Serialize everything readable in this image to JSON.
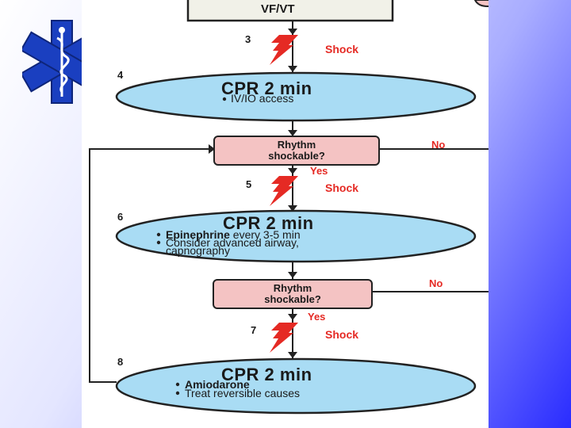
{
  "top_box": {
    "label": "VF/VT"
  },
  "steps": {
    "s3": "3",
    "s4": "4",
    "s5": "5",
    "s6": "6",
    "s7": "7",
    "s8": "8"
  },
  "shock_label": "Shock",
  "cpr1": {
    "title": "CPR 2 min",
    "items": [
      "IV/IO access"
    ]
  },
  "rhythm1": {
    "line1": "Rhythm",
    "line2": "shockable?",
    "yes": "Yes",
    "no": "No"
  },
  "cpr2": {
    "title": "CPR 2 min",
    "item1_bold": "Epinephrine",
    "item1_rest": " every 3-5 min",
    "item2": "Consider advanced airway,",
    "item2_cont": "capnography"
  },
  "rhythm2": {
    "line1": "Rhythm",
    "line2": "shockable?",
    "yes": "Yes",
    "no": "No"
  },
  "cpr3": {
    "title": "CPR 2 min",
    "item1_bold": "Amiodarone",
    "item2": "Treat reversible causes"
  },
  "colors": {
    "ellipse_fill": "#a9dcf4",
    "rhythm_fill": "#f4c3c3",
    "top_box_fill": "#f1f1e8",
    "shock_red": "#e52a24",
    "logo_blue": "#1a3fc0"
  }
}
